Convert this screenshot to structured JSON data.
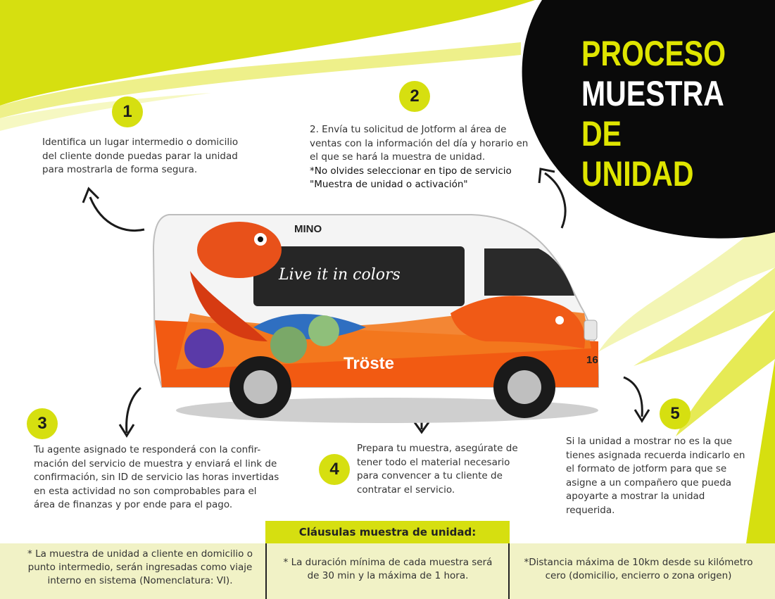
{
  "title": {
    "line1": "PROCESO",
    "line2": "MUESTRA",
    "line3": "DE UNIDAD"
  },
  "steps": [
    {
      "number": "1",
      "text": "Identifica un lugar intermedio o domicilio del cliente donde puedas parar la unidad para mostrarla de forma segura."
    },
    {
      "number": "2",
      "text": "2. Envía tu solicitud de Jotform al área de ventas con la información del día y horario en el que se hará la muestra de unidad.",
      "note_line1": "*No olvides seleccionar en tipo de servicio",
      "note_line2": "\"Muestra de unidad o activación\""
    },
    {
      "number": "3",
      "text": "Tu agente asignado te responderá con la confir-mación del servicio de muestra y enviará el link de confirmación, sin ID de servicio las horas invertidas en esta actividad no son comprobables para el área de finanzas y por ende para el pago."
    },
    {
      "number": "4",
      "text": "Prepara tu muestra, asegúrate de tener todo el material necesario para convencer a tu cliente de contratar el servicio."
    },
    {
      "number": "5",
      "text": "Si la unidad a mostrar no es la que tienes asignada recuerda indicarlo en el formato de jotform para que se asigne a un compañero que pueda apoyarte a mostrar la unidad requerida."
    }
  ],
  "van": {
    "brand_top": "MINO",
    "slogan": "Live it in colors",
    "brand_side": "Tröste",
    "unit_number": "16"
  },
  "clausulas": {
    "header": "Cláusulas muestra de unidad:",
    "items": [
      "* La muestra de unidad a cliente en domicilio o punto intermedio, serán ingresadas como viaje interno en sistema (Nomenclatura: VI).",
      "* La duración mínima de cada muestra será de 30 min y la máxima de 1 hora.",
      "*Distancia máxima de 10km desde su kilómetro cero (domicilio, encierro o zona origen)"
    ]
  },
  "colors": {
    "accent": "#d6df10",
    "black": "#0a0a0a",
    "clause_bg": "#f1f2c6"
  }
}
